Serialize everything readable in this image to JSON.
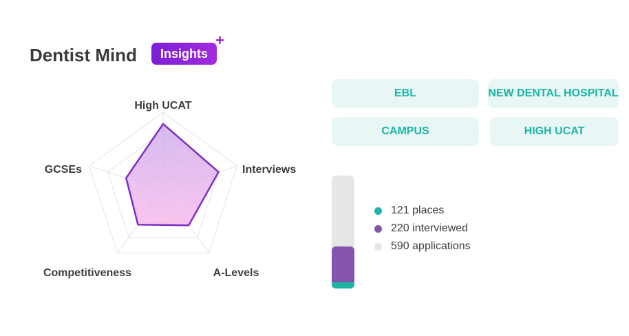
{
  "brand": {
    "name": "Dentist Mind",
    "badge": "Insights",
    "plus": "+"
  },
  "radar": {
    "axes": [
      "High UCAT",
      "Interviews",
      "A-Levels",
      "Competitiveness",
      "GCSEs"
    ],
    "values": [
      0.85,
      0.75,
      0.56,
      0.55,
      0.5
    ],
    "levels": 4,
    "colors": {
      "grid": "#e3e3e3",
      "fill_top": "#c9a4ec",
      "fill_bottom": "#f7b8ea",
      "stroke": "#7a2ec4"
    }
  },
  "tags": [
    "EBL",
    "NEW DENTAL HOSPITAL",
    "CAMPUS",
    "HIGH UCAT"
  ],
  "stats": {
    "places": 121,
    "interviewed": 220,
    "applications": 590,
    "labels": [
      "121 places",
      "220 interviewed",
      "590 applications"
    ],
    "colors": {
      "places": "#1bb5a5",
      "interviewed": "#8454ae",
      "applications": "#e6e6e6"
    }
  }
}
